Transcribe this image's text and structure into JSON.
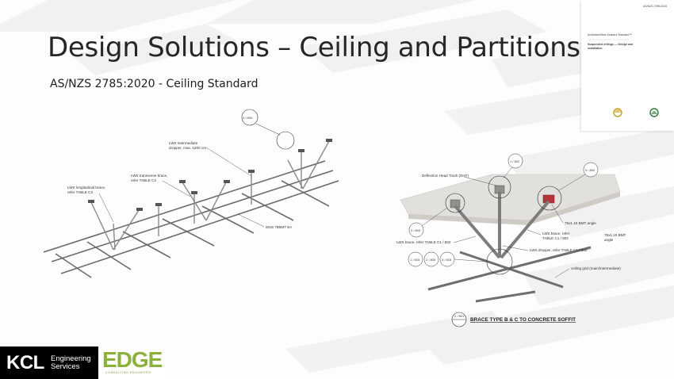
{
  "slide": {
    "title": "Design Solutions – Ceiling and Partitions",
    "subtitle": "AS/NZS 2785:2020 - Ceiling Standard"
  },
  "standard_cover": {
    "header": "Australian/New Zealand Standard™",
    "title_line1": "Suspended ceilings — Design and",
    "title_line2": "installation",
    "top_text": "AS/NZS 2785:2020"
  },
  "left_diagram": {
    "callout": "2 / 800",
    "label_dropper_1": "LWS intermediate",
    "label_dropper_2": "dropper, max. 1200 crs",
    "label_transverse_1": "LWS transverse brace,",
    "label_transverse_2": "refer TABLE C2",
    "label_longitudinal_1": "LWS longitudinal brace,",
    "label_longitudinal_2": "refer TABLE C3",
    "label_bmt": "50x5 75BMT EA"
  },
  "right_diagram": {
    "ref_top": "1 / 802",
    "ref_right": "3 / 802",
    "ref_left": "2 / 802",
    "ref_row_1": "1 / 803",
    "ref_row_2": "2 / 803",
    "ref_row_3": "3 / 803",
    "label_dht": "Deflection Head Track (DHT)",
    "label_angle": "75x1.15 BMT angle",
    "label_brace_r1": "LWS brace, refer",
    "label_brace_r2": "TABLE C1 / 802",
    "label_brace_l": "LWS brace, refer TABLE C1 / 802",
    "label_dropper": "LWS dropper, refer TABLE C1 / 802",
    "label_grid": "ceiling grid (main/intermediate)",
    "label_right_1": "75x1.15 BMT",
    "label_right_2": "angle",
    "caption": "BRACE TYPE B & C TO CONCRETE SOFFIT",
    "caption_ref_top": "2 / 801",
    "caption_ref_bottom": "-"
  },
  "footer": {
    "kcl_mark": "KCL",
    "kcl_line1": "Engineering",
    "kcl_line2": "Services",
    "edge_mark": "EDGE",
    "edge_sub": "CONSULTING ENGINEERS"
  },
  "colors": {
    "title": "#262626",
    "edge_green": "#8ab13a",
    "kcl_black": "#000000",
    "soffit_red": "#b5343b",
    "diagram_line": "#555555"
  }
}
